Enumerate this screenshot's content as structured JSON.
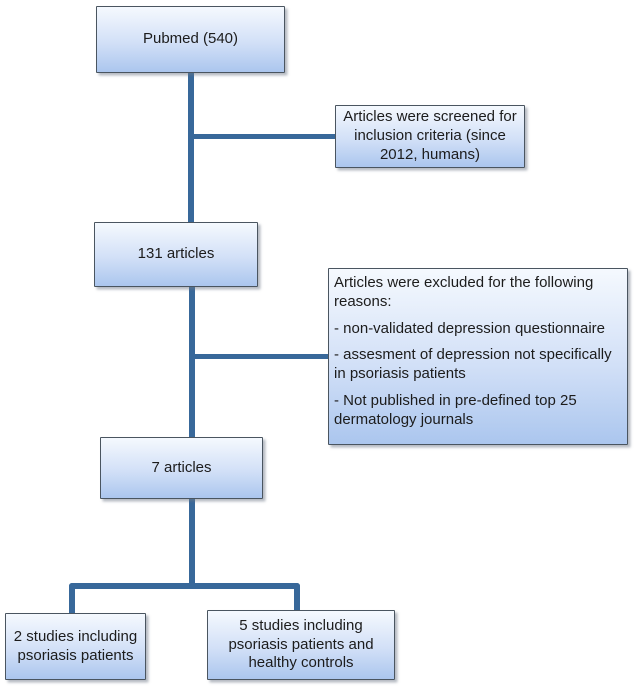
{
  "diagram": {
    "type": "flowchart",
    "description": "Literature screening flow diagram (PubMed search to included studies)"
  },
  "nodes": {
    "pubmed": {
      "label": "Pubmed (540)"
    },
    "screened_note": {
      "label": "Articles were screened for inclusion criteria (since 2012, humans)"
    },
    "articles_131": {
      "label": "131 articles"
    },
    "excluded_note": {
      "intro": "Articles were excluded for the following reasons:",
      "reasons": [
        "- non-validated depression questionnaire",
        "- assesment of depression not specifically in psoriasis patients",
        "- Not published in pre-defined top 25 dermatology journals"
      ]
    },
    "articles_7": {
      "label": "7 articles"
    },
    "studies_2": {
      "label": "2 studies including psoriasis patients"
    },
    "studies_5": {
      "label": "5 studies including psoriasis patients and healthy controls"
    }
  },
  "colors": {
    "connector": "#38689a",
    "box_border": "#4a5560",
    "box_fill_top": "#f5f9fe",
    "box_fill_bottom": "#abc6ee"
  }
}
